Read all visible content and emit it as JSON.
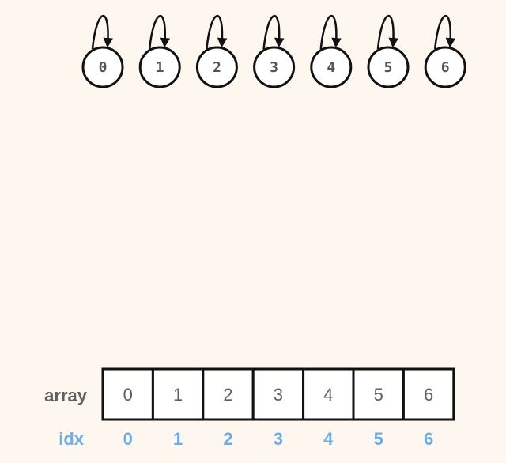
{
  "nodes": [
    {
      "label": "0"
    },
    {
      "label": "1"
    },
    {
      "label": "2"
    },
    {
      "label": "3"
    },
    {
      "label": "4"
    },
    {
      "label": "5"
    },
    {
      "label": "6"
    }
  ],
  "array": {
    "label": "array",
    "values": [
      "0",
      "1",
      "2",
      "3",
      "4",
      "5",
      "6"
    ]
  },
  "idx": {
    "label": "idx",
    "values": [
      "0",
      "1",
      "2",
      "3",
      "4",
      "5",
      "6"
    ]
  },
  "colors": {
    "background": "#fdf7f0",
    "stroke": "#111111",
    "text": "#5f5f5f",
    "idx": "#6aaee8"
  }
}
